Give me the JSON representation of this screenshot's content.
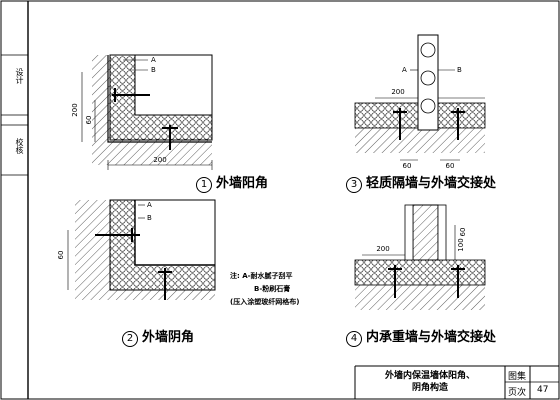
{
  "side_labels": [
    "设计",
    "校核"
  ],
  "details": [
    {
      "num": "1",
      "label": "外墙阳角"
    },
    {
      "num": "2",
      "label": "外墙阴角"
    },
    {
      "num": "3",
      "label": "轻质隔墙与外墙交接处"
    },
    {
      "num": "4",
      "label": "内承重墙与外墙交接处"
    }
  ],
  "dims": {
    "d200": "200",
    "d60": "60",
    "d100": "100",
    "A": "A",
    "B": "B"
  },
  "note": {
    "line1": "注: A-耐水腻子刮平",
    "line2": "B-粉刷石膏",
    "line3": "(压入涂塑玻纤网格布)"
  },
  "title_block": {
    "title_line1": "外墙内保温墙体阳角、",
    "title_line2": "阴角构造",
    "cell_a": "图集",
    "cell_b": "页次",
    "page": "47"
  }
}
